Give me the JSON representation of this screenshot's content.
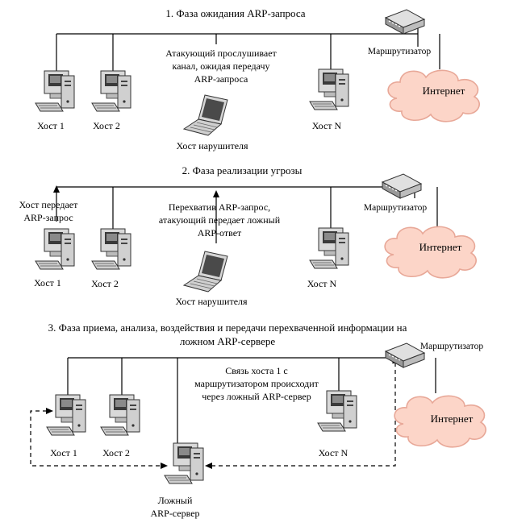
{
  "phase1": {
    "title": "1. Фаза ожидания ARP-запроса",
    "attacker_note": [
      "Атакующий прослушивает",
      "канал, ожидая передачу",
      "ARP-запроса"
    ],
    "host1": "Хост 1",
    "host2": "Хост 2",
    "hostN": "Хост N",
    "attacker": "Хост нарушителя",
    "router": "Маршрутизатор",
    "internet": "Интернет"
  },
  "phase2": {
    "title": "2. Фаза реализации угрозы",
    "host1_note": [
      "Хост передает",
      "ARP-запрос"
    ],
    "attacker_note": [
      "Перехватив ARP-запрос,",
      "атакующий передает ложный",
      "ARP-ответ"
    ],
    "host1": "Хост 1",
    "host2": "Хост 2",
    "hostN": "Хост N",
    "attacker": "Хост нарушителя",
    "router": "Маршрутизатор",
    "internet": "Интернет"
  },
  "phase3": {
    "title": [
      "3. Фаза приема, анализа, воздействия и передачи перехваченной информации на",
      "ложном ARP-сервере"
    ],
    "note": [
      "Связь хоста 1 с",
      "маршрутизатором происходит",
      "через ложный ARP-сервер"
    ],
    "host1": "Хост 1",
    "host2": "Хост 2",
    "hostN": "Хост N",
    "fake_server": [
      "Ложный",
      "ARP-сервер"
    ],
    "router": "Маршрутизатор",
    "internet": "Интернет"
  }
}
